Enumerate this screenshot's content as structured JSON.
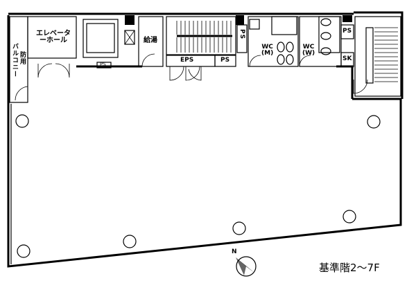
{
  "labels": {
    "elevator_hall": "エレベーターホール",
    "kitchenette": "給湯",
    "eps": "EPS",
    "ps_lower": "PS",
    "ps_stair": "PS",
    "ps_right": "PS",
    "ps_small": "PS",
    "wc_men": "WC\n(M)",
    "wc_women": "WC\n(W)",
    "sk": "SK",
    "balcony": "バルコニー",
    "fire_escape": "防用",
    "north": "N"
  },
  "floor_title": "基準階2～7F"
}
